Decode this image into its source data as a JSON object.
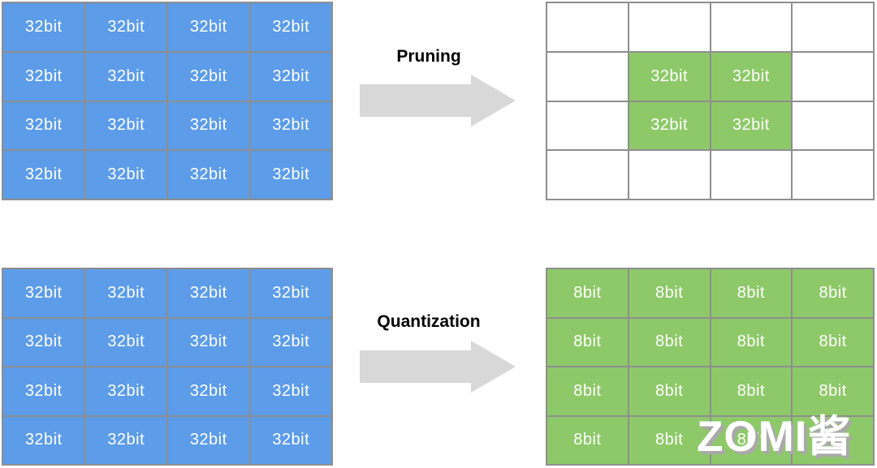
{
  "colors": {
    "background": "#ffffff",
    "blue": "#5c9ce8",
    "green": "#8ec969",
    "white": "#ffffff",
    "grid-border": "#8e8e8e",
    "arrow": "#d8d8d8",
    "label-text": "#000000",
    "cell-text": "#ffffff",
    "watermark-fill": "#ffffff",
    "watermark-shadow": "#a9a9a9"
  },
  "pruning": {
    "label": "Pruning"
  },
  "quantization": {
    "label": "Quantization"
  },
  "watermark": {
    "text": "ZOMI酱"
  },
  "grids": {
    "top_left": {
      "cells": [
        {
          "label": "32bit",
          "fill": "blue"
        },
        {
          "label": "32bit",
          "fill": "blue"
        },
        {
          "label": "32bit",
          "fill": "blue"
        },
        {
          "label": "32bit",
          "fill": "blue"
        },
        {
          "label": "32bit",
          "fill": "blue"
        },
        {
          "label": "32bit",
          "fill": "blue"
        },
        {
          "label": "32bit",
          "fill": "blue"
        },
        {
          "label": "32bit",
          "fill": "blue"
        },
        {
          "label": "32bit",
          "fill": "blue"
        },
        {
          "label": "32bit",
          "fill": "blue"
        },
        {
          "label": "32bit",
          "fill": "blue"
        },
        {
          "label": "32bit",
          "fill": "blue"
        },
        {
          "label": "32bit",
          "fill": "blue"
        },
        {
          "label": "32bit",
          "fill": "blue"
        },
        {
          "label": "32bit",
          "fill": "blue"
        },
        {
          "label": "32bit",
          "fill": "blue"
        }
      ]
    },
    "top_right": {
      "cells": [
        {
          "label": "",
          "fill": "white"
        },
        {
          "label": "",
          "fill": "white"
        },
        {
          "label": "",
          "fill": "white"
        },
        {
          "label": "",
          "fill": "white"
        },
        {
          "label": "",
          "fill": "white"
        },
        {
          "label": "32bit",
          "fill": "green"
        },
        {
          "label": "32bit",
          "fill": "green"
        },
        {
          "label": "",
          "fill": "white"
        },
        {
          "label": "",
          "fill": "white"
        },
        {
          "label": "32bit",
          "fill": "green"
        },
        {
          "label": "32bit",
          "fill": "green"
        },
        {
          "label": "",
          "fill": "white"
        },
        {
          "label": "",
          "fill": "white"
        },
        {
          "label": "",
          "fill": "white"
        },
        {
          "label": "",
          "fill": "white"
        },
        {
          "label": "",
          "fill": "white"
        }
      ]
    },
    "bottom_left": {
      "cells": [
        {
          "label": "32bit",
          "fill": "blue"
        },
        {
          "label": "32bit",
          "fill": "blue"
        },
        {
          "label": "32bit",
          "fill": "blue"
        },
        {
          "label": "32bit",
          "fill": "blue"
        },
        {
          "label": "32bit",
          "fill": "blue"
        },
        {
          "label": "32bit",
          "fill": "blue"
        },
        {
          "label": "32bit",
          "fill": "blue"
        },
        {
          "label": "32bit",
          "fill": "blue"
        },
        {
          "label": "32bit",
          "fill": "blue"
        },
        {
          "label": "32bit",
          "fill": "blue"
        },
        {
          "label": "32bit",
          "fill": "blue"
        },
        {
          "label": "32bit",
          "fill": "blue"
        },
        {
          "label": "32bit",
          "fill": "blue"
        },
        {
          "label": "32bit",
          "fill": "blue"
        },
        {
          "label": "32bit",
          "fill": "blue"
        },
        {
          "label": "32bit",
          "fill": "blue"
        }
      ]
    },
    "bottom_right": {
      "cells": [
        {
          "label": "8bit",
          "fill": "green"
        },
        {
          "label": "8bit",
          "fill": "green"
        },
        {
          "label": "8bit",
          "fill": "green"
        },
        {
          "label": "8bit",
          "fill": "green"
        },
        {
          "label": "8bit",
          "fill": "green"
        },
        {
          "label": "8bit",
          "fill": "green"
        },
        {
          "label": "8bit",
          "fill": "green"
        },
        {
          "label": "8bit",
          "fill": "green"
        },
        {
          "label": "8bit",
          "fill": "green"
        },
        {
          "label": "8bit",
          "fill": "green"
        },
        {
          "label": "8bit",
          "fill": "green"
        },
        {
          "label": "8bit",
          "fill": "green"
        },
        {
          "label": "8bit",
          "fill": "green"
        },
        {
          "label": "8bit",
          "fill": "green"
        },
        {
          "label": "8bit",
          "fill": "green"
        },
        {
          "label": "8bit",
          "fill": "green"
        }
      ]
    }
  }
}
